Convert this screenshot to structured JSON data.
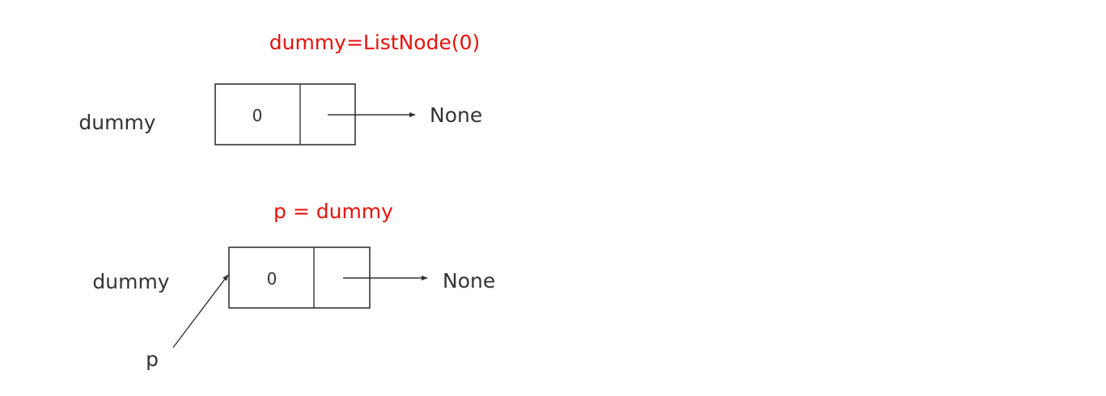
{
  "colors": {
    "caption": "#e8120c",
    "text": "#333333",
    "stroke": "#333333",
    "background": "#ffffff"
  },
  "step1": {
    "caption": "dummy=ListNode(0)",
    "variable_label": "dummy",
    "node_value": "0",
    "next_label": "None"
  },
  "step2": {
    "caption": "p = dummy",
    "variable_label": "dummy",
    "node_value": "0",
    "next_label": "None",
    "pointer_label": "p"
  }
}
